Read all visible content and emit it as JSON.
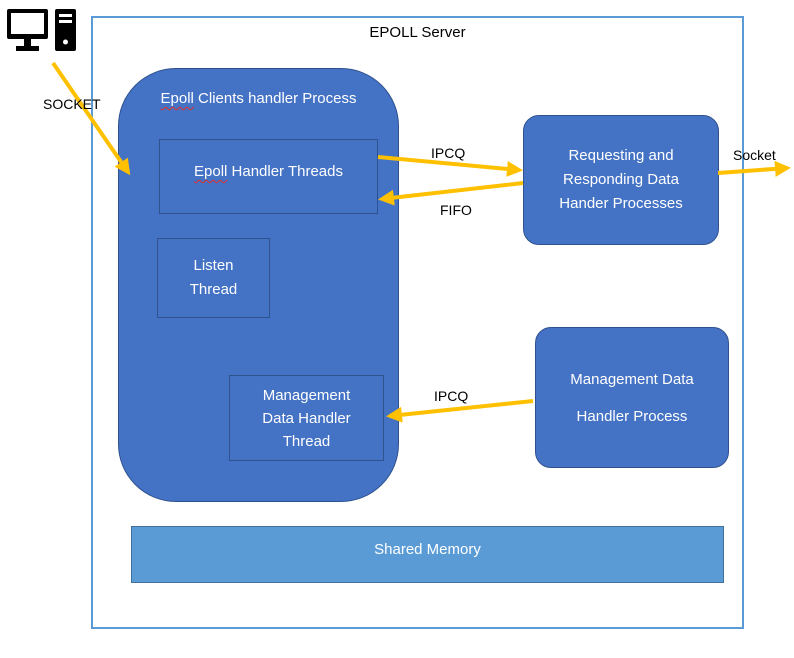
{
  "server": {
    "title": "EPOLL Server"
  },
  "clients_process": {
    "title_word1": "Epoll",
    "title_rest": " Clients handler Process",
    "epoll_threads_word1": "Epoll",
    "epoll_threads_rest": " Handler Threads",
    "listen_thread_line1": "Listen",
    "listen_thread_line2": "Thread",
    "mgmt_thread_line1": "Management",
    "mgmt_thread_line2": "Data Handler",
    "mgmt_thread_line3": "Thread"
  },
  "req_resp_process": {
    "line1": "Requesting and",
    "line2": "Responding Data",
    "line3": "Hander Processes"
  },
  "mgmt_process": {
    "line1": "Management Data",
    "line2": "Handler Process"
  },
  "shared_memory": {
    "label": "Shared Memory"
  },
  "labels": {
    "socket_in": "SOCKET",
    "ipcq_top": "IPCQ",
    "fifo": "FIFO",
    "socket_out": "Socket",
    "ipcq_bottom": "IPCQ"
  },
  "icons": {
    "client": "computer-icon"
  },
  "colors": {
    "box_fill": "#4472c4",
    "box_border": "#2f528f",
    "frame": "#5b9bd5",
    "shared_memory": "#5b9bd5",
    "arrow": "#ffc000"
  }
}
